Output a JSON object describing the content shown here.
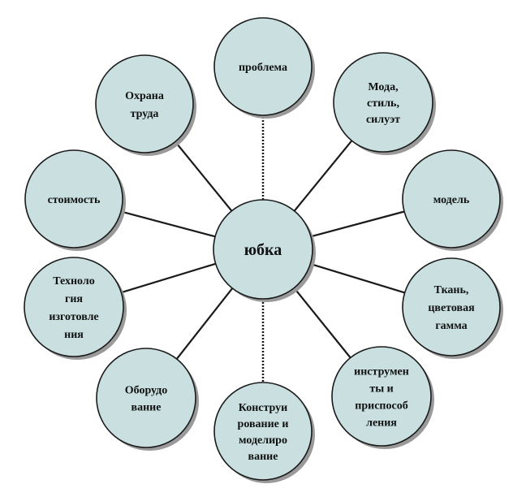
{
  "colors": {
    "node_fill": "#c9dfe0",
    "node_stroke": "#1a1a1a",
    "connector": "#1a1a1a",
    "shadow": "#9a9a9a",
    "text": "#111111"
  },
  "center": {
    "id": "center",
    "lines": [
      "юбка"
    ]
  },
  "nodes": [
    {
      "id": "problema",
      "lines": [
        "проблема"
      ],
      "line_style": "dotted"
    },
    {
      "id": "moda",
      "lines": [
        "Мода,",
        "стиль,",
        "силуэт"
      ],
      "line_style": "solid"
    },
    {
      "id": "model",
      "lines": [
        "модель"
      ],
      "line_style": "solid"
    },
    {
      "id": "tkan",
      "lines": [
        "Ткань,",
        "цветовая",
        "гамма"
      ],
      "line_style": "solid"
    },
    {
      "id": "instrumenty",
      "lines": [
        "инструмен",
        "ты и",
        "приспособ",
        "ления"
      ],
      "line_style": "solid"
    },
    {
      "id": "konstruirovanie",
      "lines": [
        "Конструи",
        "рование и",
        "моделиро",
        "вание"
      ],
      "line_style": "dotted"
    },
    {
      "id": "oborudovanie",
      "lines": [
        "Оборудо",
        "вание"
      ],
      "line_style": "solid"
    },
    {
      "id": "tekhnologiya",
      "lines": [
        "Техноло",
        "гия",
        "изготовле",
        "ния"
      ],
      "line_style": "solid"
    },
    {
      "id": "stoimost",
      "lines": [
        "стоимость"
      ],
      "line_style": "solid"
    },
    {
      "id": "okhrana",
      "lines": [
        "Охрана",
        "труда"
      ],
      "line_style": "solid"
    }
  ]
}
